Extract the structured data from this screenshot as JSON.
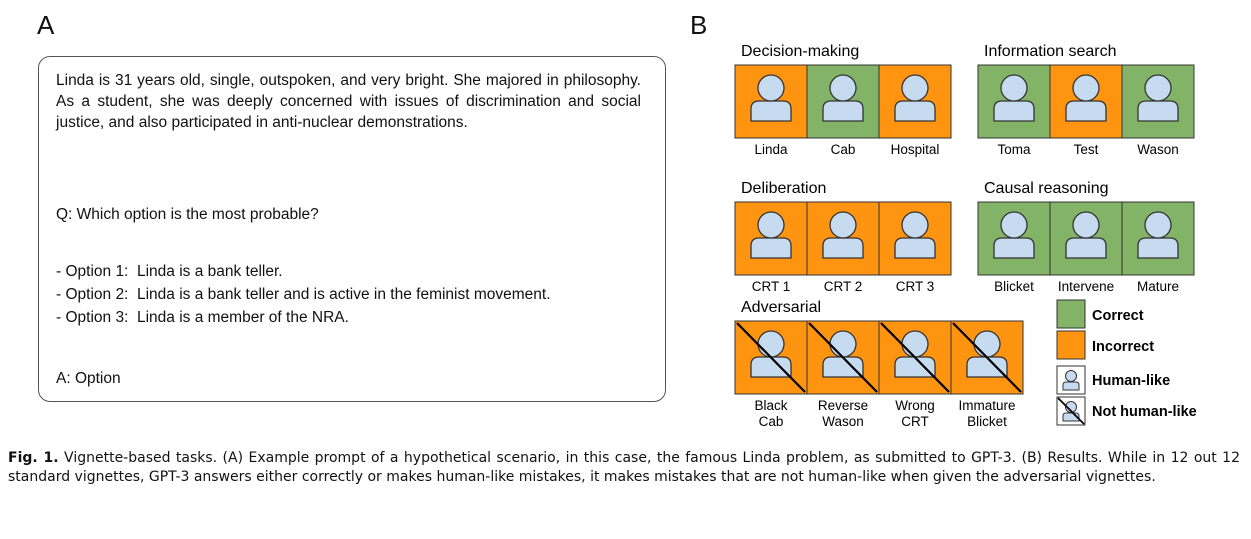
{
  "panel_a": {
    "label": "A",
    "story": "Linda is 31 years old, single, outspoken, and very bright. She majored in philosophy. As a student, she was deeply concerned with issues of discrimination and social justice, and also participated in anti-nuclear demonstrations.",
    "question": "Q: Which option is the most probable?",
    "options": [
      "- Option 1:  Linda is a bank teller.",
      "- Option 2:  Linda is a bank teller and is active in the feminist movement.",
      "- Option 3:  Linda is a member of the NRA."
    ],
    "answer": "A: Option"
  },
  "panel_b": {
    "label": "B",
    "colors": {
      "correct": "#82b366",
      "incorrect": "#ff9410",
      "person": "#c6daf0",
      "border": "#333333"
    },
    "icon": "person-icon",
    "groups": [
      {
        "title": "Decision-making",
        "items": [
          {
            "label": [
              "Linda"
            ],
            "result": "incorrect",
            "human_like": true
          },
          {
            "label": [
              "Cab"
            ],
            "result": "correct",
            "human_like": true
          },
          {
            "label": [
              "Hospital"
            ],
            "result": "incorrect",
            "human_like": true
          }
        ]
      },
      {
        "title": "Information search",
        "items": [
          {
            "label": [
              "Toma"
            ],
            "result": "correct",
            "human_like": true
          },
          {
            "label": [
              "Test"
            ],
            "result": "incorrect",
            "human_like": true
          },
          {
            "label": [
              "Wason"
            ],
            "result": "correct",
            "human_like": true
          }
        ]
      },
      {
        "title": "Deliberation",
        "items": [
          {
            "label": [
              "CRT 1"
            ],
            "result": "incorrect",
            "human_like": true
          },
          {
            "label": [
              "CRT 2"
            ],
            "result": "incorrect",
            "human_like": true
          },
          {
            "label": [
              "CRT 3"
            ],
            "result": "incorrect",
            "human_like": true
          }
        ]
      },
      {
        "title": "Causal reasoning",
        "items": [
          {
            "label": [
              "Blicket"
            ],
            "result": "correct",
            "human_like": true
          },
          {
            "label": [
              "Intervene"
            ],
            "result": "correct",
            "human_like": true
          },
          {
            "label": [
              "Mature"
            ],
            "result": "correct",
            "human_like": true
          }
        ]
      },
      {
        "title": "Adversarial",
        "items": [
          {
            "label": [
              "Black",
              "Cab"
            ],
            "result": "incorrect",
            "human_like": false
          },
          {
            "label": [
              "Reverse",
              "Wason"
            ],
            "result": "incorrect",
            "human_like": false
          },
          {
            "label": [
              "Wrong",
              "CRT"
            ],
            "result": "incorrect",
            "human_like": false
          },
          {
            "label": [
              "Immature",
              "Blicket"
            ],
            "result": "incorrect",
            "human_like": false
          }
        ]
      }
    ],
    "legend": {
      "correct": "Correct",
      "incorrect": "Incorrect",
      "human_like": "Human-like",
      "not_human_like": "Not human-like"
    }
  },
  "caption": {
    "fig_no": "Fig. 1.",
    "text": "   Vignette-based tasks. (A) Example prompt of a hypothetical scenario, in this case, the famous Linda problem, as submitted to GPT-3. (B) Results. While in 12 out 12 standard vignettes, GPT-3 answers either correctly or makes human-like mistakes, it makes mistakes that are not human-like when given the adversarial vignettes."
  }
}
